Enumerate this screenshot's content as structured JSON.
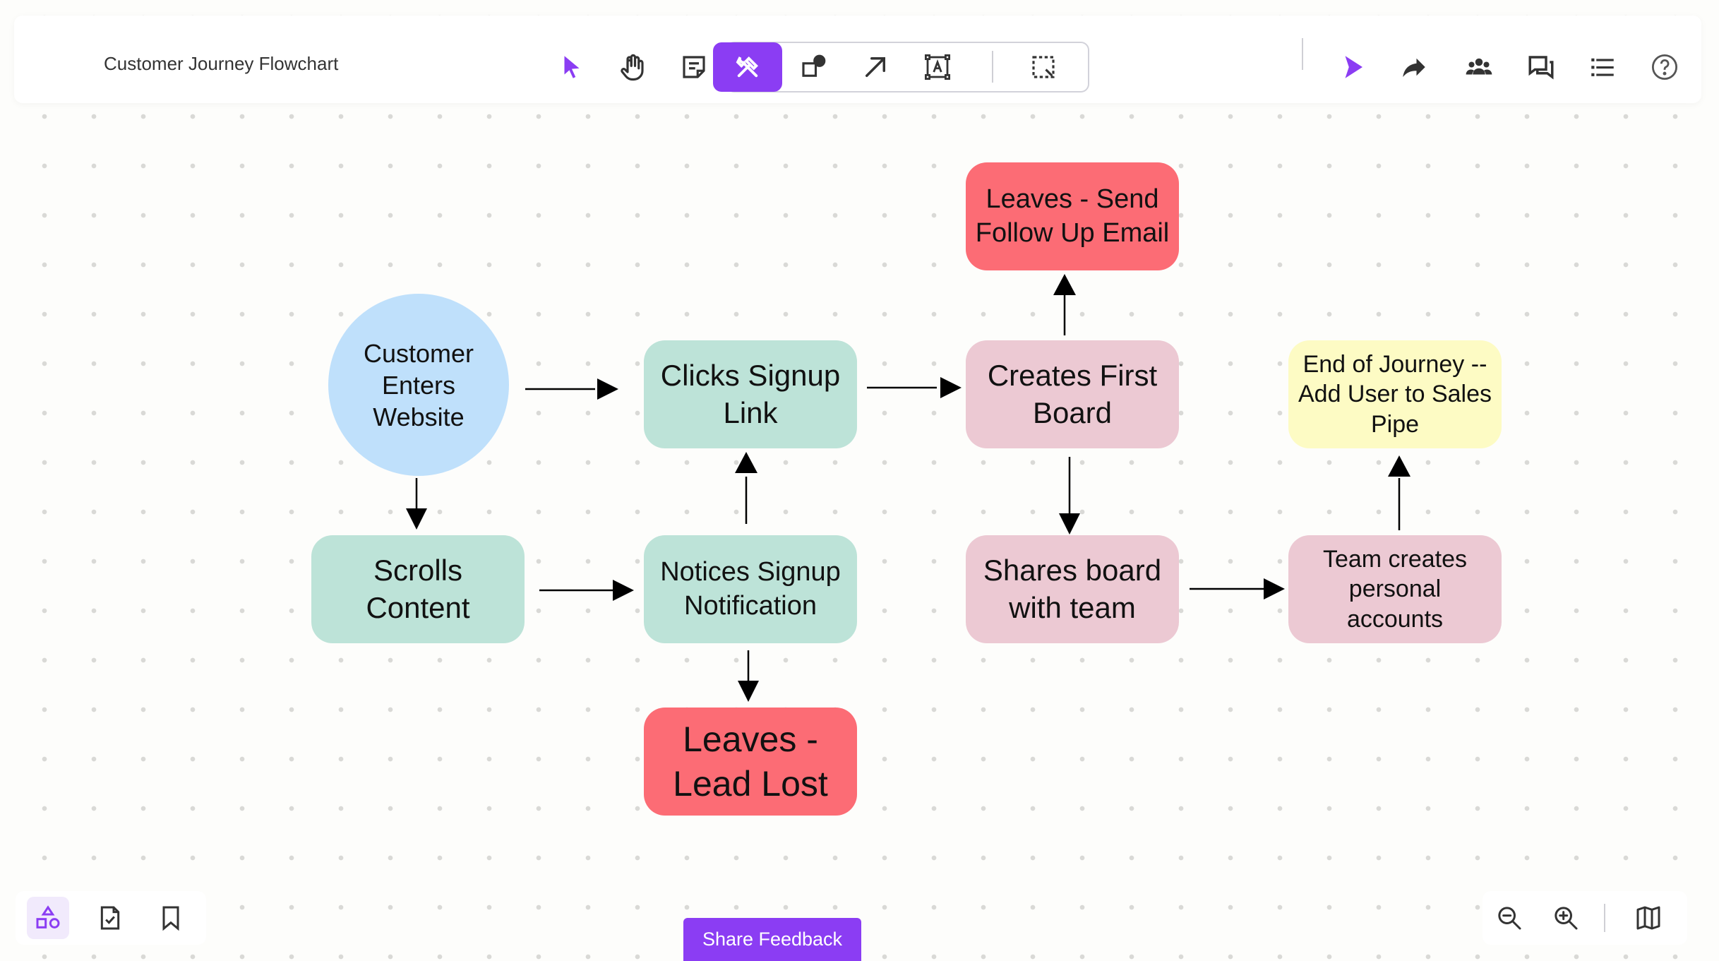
{
  "document": {
    "title": "Customer Journey Flowchart"
  },
  "toolbar": {
    "tools": [
      {
        "name": "select",
        "icon": "cursor-arrow-icon"
      },
      {
        "name": "pan",
        "icon": "hand-icon"
      },
      {
        "name": "sticky-note",
        "icon": "sticky-note-icon"
      },
      {
        "name": "tools",
        "icon": "wrench-hammer-icon",
        "active": true
      },
      {
        "name": "shapes",
        "icon": "shapes-icon"
      },
      {
        "name": "connector",
        "icon": "arrow-diagonal-icon"
      },
      {
        "name": "text",
        "icon": "text-frame-icon"
      },
      {
        "name": "frame-select",
        "icon": "dashed-select-icon"
      }
    ],
    "right_actions": [
      {
        "name": "present",
        "icon": "play-icon"
      },
      {
        "name": "share",
        "icon": "share-arrow-icon"
      },
      {
        "name": "collaborators",
        "icon": "users-icon"
      },
      {
        "name": "comments",
        "icon": "comments-icon"
      },
      {
        "name": "outline",
        "icon": "list-icon"
      },
      {
        "name": "help",
        "icon": "help-circle-icon"
      }
    ]
  },
  "colors": {
    "accent": "#8b3df3",
    "blue": "#bfe0fb",
    "teal": "#bde3d8",
    "pink": "#ecc9d3",
    "red": "#fc6c75",
    "yellow": "#fdfbc4"
  },
  "nodes": {
    "customer_enters": "Customer Enters Website",
    "clicks_signup": "Clicks Signup Link",
    "creates_board": "Creates First Board",
    "leaves_email": "Leaves - Send Follow Up Email",
    "end_journey": "End of Journey -- Add User to Sales Pipe",
    "scrolls": "Scrolls Content",
    "notices": "Notices Signup Notification",
    "shares": "Shares board with team",
    "team_accounts": "Team creates personal accounts",
    "lead_lost": "Leaves - Lead Lost"
  },
  "bottom": {
    "feedback_label": "Share Feedback",
    "left_icons": [
      "shapes-panel-icon",
      "checklist-doc-icon",
      "bookmark-icon"
    ],
    "right_icons": [
      "zoom-out-icon",
      "zoom-in-icon",
      "map-icon"
    ]
  }
}
